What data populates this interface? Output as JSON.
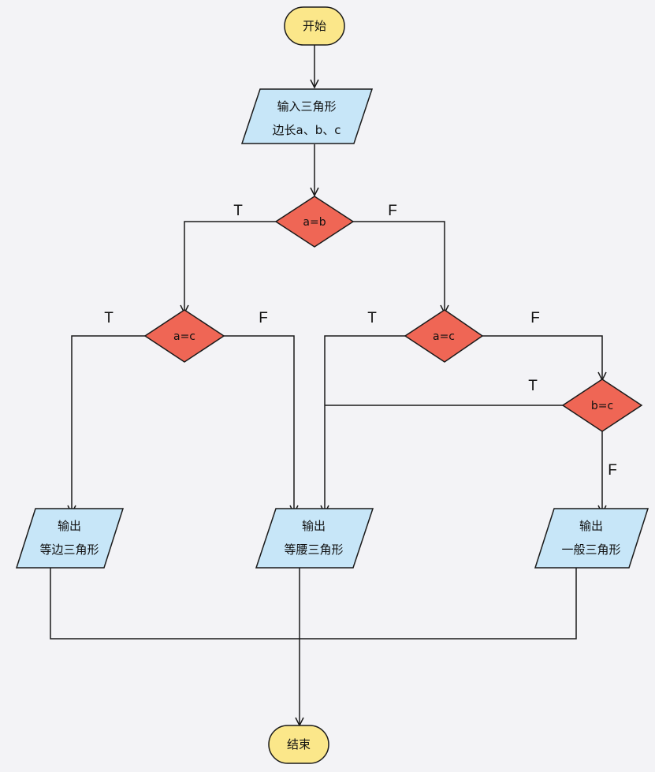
{
  "colors": {
    "background": "#f3f3f6",
    "terminal_fill": "#fbe78a",
    "io_fill": "#c7e6f8",
    "decision_fill": "#ef6655",
    "line": "#1a1a1a"
  },
  "nodes": {
    "start": {
      "label": "开始",
      "shape": "terminal"
    },
    "input": {
      "line1": "输入三角形",
      "line2": "边长a、b、c",
      "shape": "parallelogram"
    },
    "dec_ab": {
      "label": "a=b",
      "shape": "diamond"
    },
    "dec_ac_left": {
      "label": "a=c",
      "shape": "diamond"
    },
    "dec_ac_right": {
      "label": "a=c",
      "shape": "diamond"
    },
    "dec_bc": {
      "label": "b=c",
      "shape": "diamond"
    },
    "out_equilateral": {
      "line1": "输出",
      "line2": "等边三角形",
      "shape": "parallelogram"
    },
    "out_isosceles": {
      "line1": "输出",
      "line2": "等腰三角形",
      "shape": "parallelogram"
    },
    "out_general": {
      "line1": "输出",
      "line2": "一般三角形",
      "shape": "parallelogram"
    },
    "end": {
      "label": "结束",
      "shape": "terminal"
    }
  },
  "edge_labels": {
    "ab_true": "T",
    "ab_false": "F",
    "ac_left_true": "T",
    "ac_left_false": "F",
    "ac_right_true": "T",
    "ac_right_false": "F",
    "bc_true": "T",
    "bc_false": "F"
  }
}
